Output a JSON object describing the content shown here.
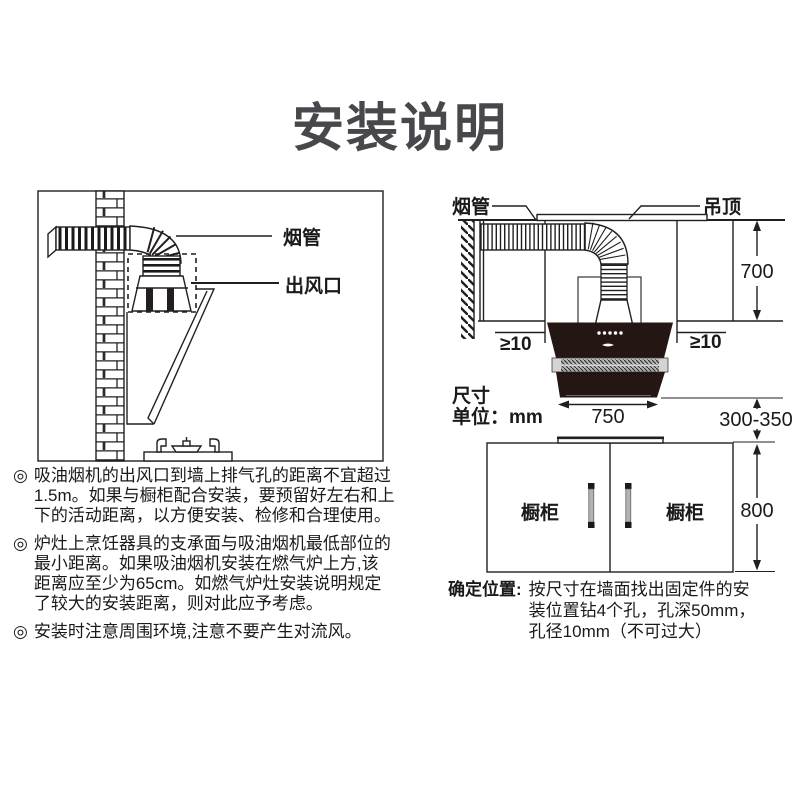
{
  "title": "安装说明",
  "left_diagram": {
    "duct_label": "烟管",
    "outlet_label": "出风口"
  },
  "right_diagram": {
    "duct_label": "烟管",
    "ceiling_label": "吊顶",
    "dim_700": "700",
    "gap_left": "≥10",
    "gap_right": "≥10",
    "size_line1": "尺寸",
    "size_line2": "单位：mm",
    "dim_750": "750",
    "dim_300_350": "300-350",
    "cabinet_left": "橱柜",
    "cabinet_right": "橱柜",
    "dim_800": "800"
  },
  "notes": {
    "bullet": "◎",
    "items": [
      "吸油烟机的出风口到墙上排气孔的距离不宜超过1.5m。如果与橱柜配合安装，要预留好左右和上下的活动距离，以方便安装、检修和合理使用。",
      "炉灶上烹饪器具的支承面与吸油烟机最低部位的最小距离。如果吸油烟机安装在燃气炉上方,该距离应至少为65cm。如燃气炉灶安装说明规定了较大的安装距离，则对此应予考虑。",
      "安装时注意周围环境,注意不要产生对流风。"
    ]
  },
  "position_note": {
    "label": "确定位置:",
    "text": "按尺寸在墙面找出固定件的安装位置钻4个孔，孔深50mm，孔径10mm（不可过大）"
  },
  "colors": {
    "title": "#48484c",
    "text": "#1a1a1a",
    "line_art": "#231f20",
    "hood_body": "#241713",
    "handle_gray": "#b3b3b3"
  }
}
